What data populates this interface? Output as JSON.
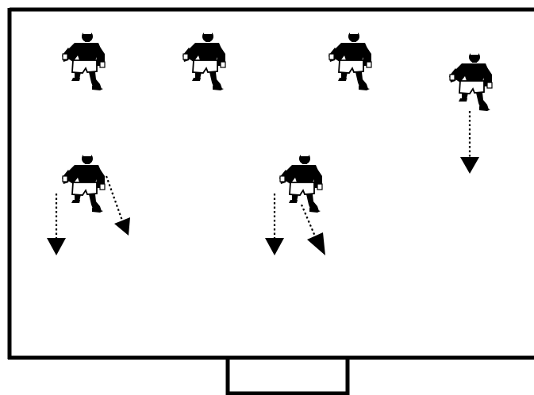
{
  "diagram": {
    "kind": "football drill layout",
    "stroke_color": "#000000",
    "background_color": "#ffffff",
    "players": [
      {
        "id": 1,
        "icon": "football-player-icon",
        "movement_arrows": 0
      },
      {
        "id": 2,
        "icon": "football-player-icon",
        "movement_arrows": 0
      },
      {
        "id": 3,
        "icon": "football-player-icon",
        "movement_arrows": 0
      },
      {
        "id": 4,
        "icon": "football-player-icon",
        "movement_arrows": 1
      },
      {
        "id": 5,
        "icon": "football-player-icon",
        "movement_arrows": 2
      },
      {
        "id": 6,
        "icon": "football-player-icon",
        "movement_arrows": 2
      }
    ],
    "arrow_style": "dotted line with filled triangular head",
    "goal": {
      "icon": "goal-icon"
    }
  }
}
